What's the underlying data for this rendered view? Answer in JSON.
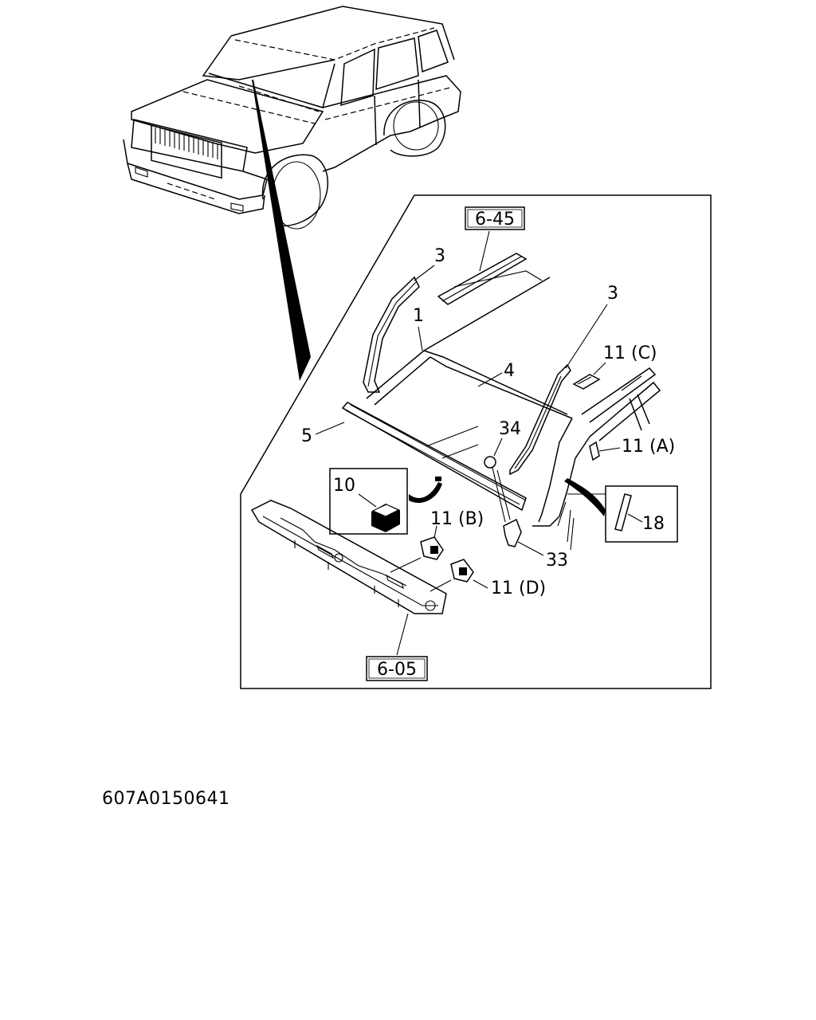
{
  "diagram": {
    "callouts": {
      "ref_6_45": "6-45",
      "ref_6_05": "6-05",
      "part_1": "1",
      "part_3_left": "3",
      "part_3_right": "3",
      "part_4": "4",
      "part_5": "5",
      "part_10": "10",
      "part_11a": "11 (A)",
      "part_11b": "11 (B)",
      "part_11c": "11 (C)",
      "part_11d": "11 (D)",
      "part_18": "18",
      "part_33": "33",
      "part_34": "34"
    },
    "drawing_code": "607A0150641"
  }
}
